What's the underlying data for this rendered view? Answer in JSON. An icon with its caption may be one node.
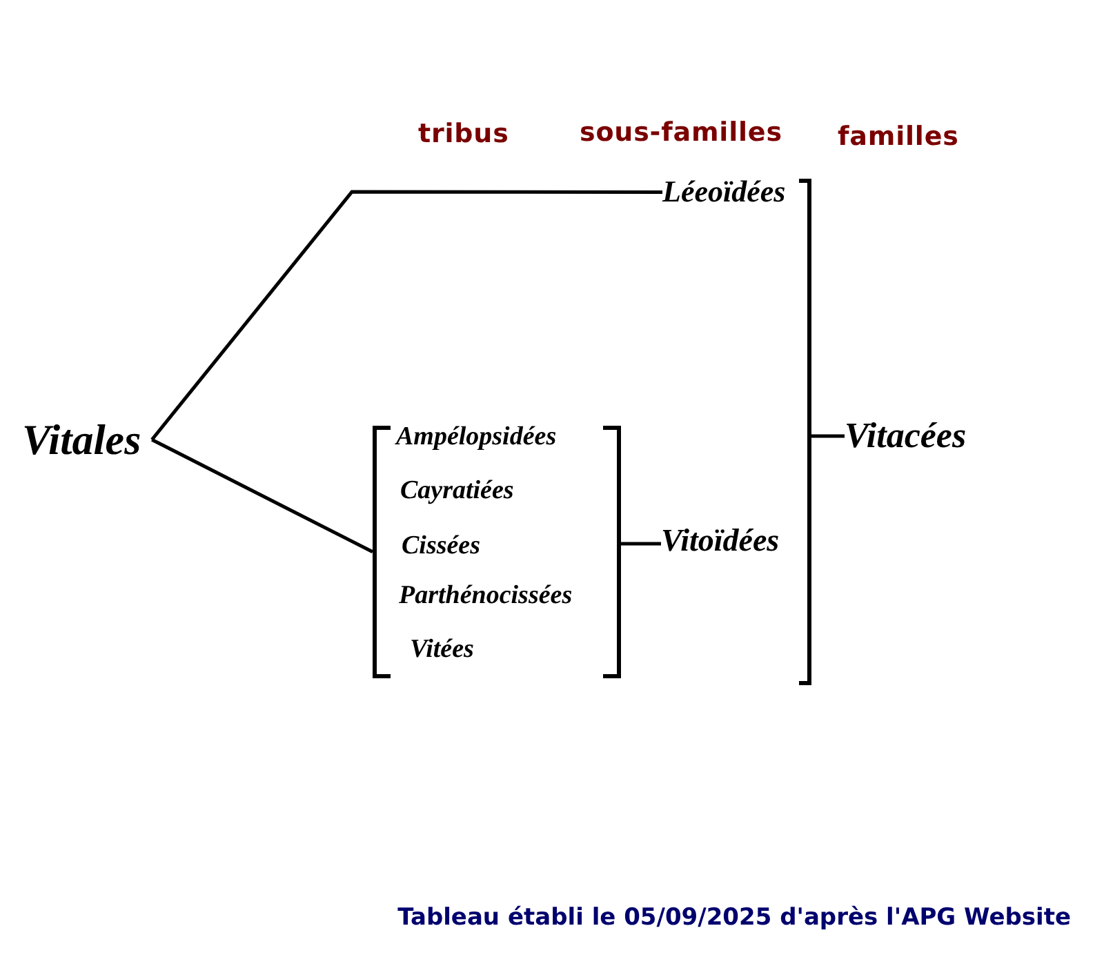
{
  "diagram": {
    "caption": "Tableau établi le 05/09/2025 d'après l'APG Website",
    "nodes": [
      {
        "text": [
          "Vitales"
        ]
      },
      {
        "text": [],
        "shape": "bracket"
      },
      {
        "text": [
          "Léeoïdées"
        ],
        "in": 1
      },
      {
        "text": [],
        "shape": "bracket",
        "in": 1
      },
      {
        "text": [
          "Ampélopsidées"
        ],
        "in": 3
      },
      {
        "text": [
          "Cayratiées"
        ],
        "in": 3
      },
      {
        "text": [
          "Cissées"
        ],
        "in": 3
      },
      {
        "text": [
          "Parthénocissées"
        ],
        "in": 3
      },
      {
        "text": [
          "Vitées"
        ],
        "in": 3
      },
      {
        "text": [
          "Vitoïdées"
        ],
        "in": 1
      },
      {
        "text": [
          "Vitacées"
        ]
      }
    ],
    "edges": [
      {
        "from": 0,
        "to": 2,
        "arrow": "none"
      },
      {
        "from": 0,
        "to": 3,
        "arrow": "none"
      },
      {
        "from": 3,
        "to": 9,
        "arrow": "none"
      },
      {
        "from": 1,
        "to": 10,
        "arrow": "none"
      }
    ],
    "labels": [
      "tribus",
      "sous-familles",
      "familles"
    ]
  }
}
